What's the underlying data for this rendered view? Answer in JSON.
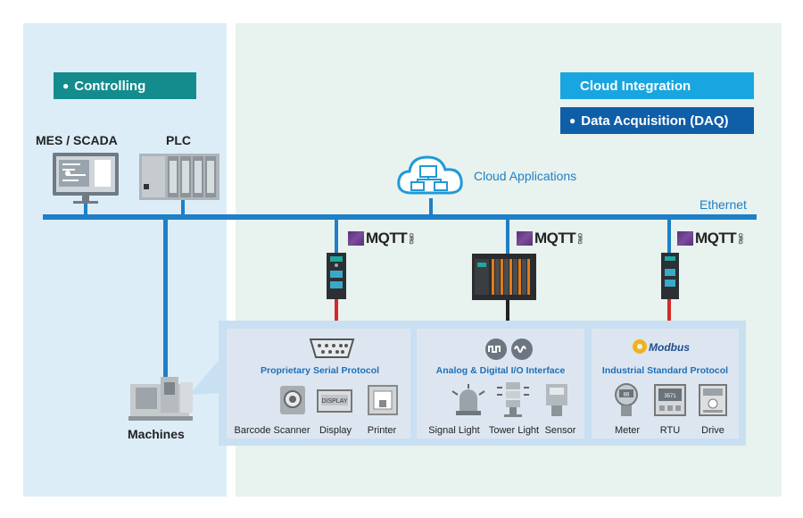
{
  "zones": {
    "controlling": "Controlling",
    "cloud_integration": "Cloud Integration",
    "daq": "Data Acquisition (DAQ)"
  },
  "nodes": {
    "mes": "MES / SCADA",
    "plc": "PLC",
    "cloud": "Cloud Applications",
    "ethernet": "Ethernet",
    "machines": "Machines",
    "mqtt": "MQTT",
    "mqtt_suffix": "ORG"
  },
  "groups": [
    {
      "title": "Proprietary Serial Protocol",
      "devices": [
        "Barcode Scanner",
        "Display",
        "Printer"
      ]
    },
    {
      "title": "Analog & Digital I/O Interface",
      "devices": [
        "Signal Light",
        "Tower Light",
        "Sensor"
      ]
    },
    {
      "title": "Industrial Standard Protocol",
      "devices": [
        "Meter",
        "RTU",
        "Drive"
      ]
    }
  ],
  "icons": {
    "display_text": "DISPLAY",
    "modbus": "Modbus",
    "meter_readout": "88",
    "rtu_readout": "3571"
  },
  "colors": {
    "ethernet": "#1f7fc7",
    "serial_link": "#d42a2a",
    "io_link": "#222222",
    "controlling": "#148c8e",
    "cloud": "#19a6e0",
    "daq": "#0f5ea8"
  }
}
